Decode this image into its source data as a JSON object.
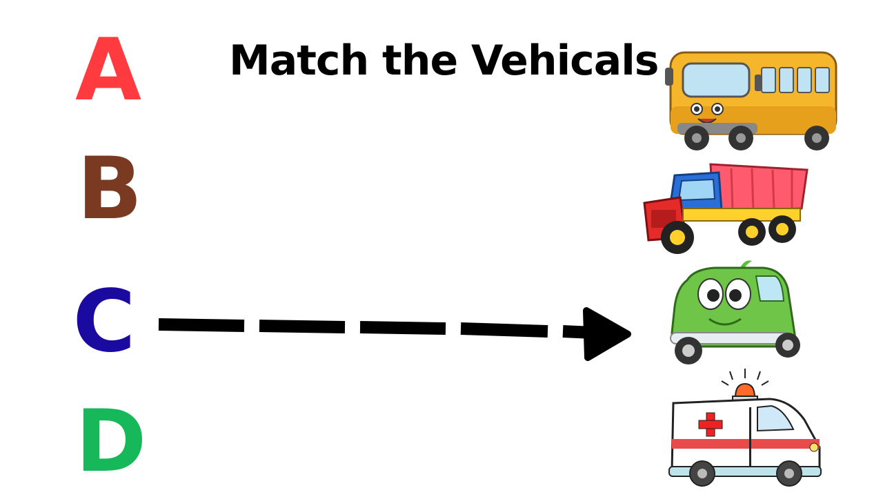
{
  "title": "Match the Vehicals",
  "letters": [
    {
      "text": "A",
      "color": "#ff3b3f"
    },
    {
      "text": "B",
      "color": "#7a3a22"
    },
    {
      "text": "C",
      "color": "#1a0aa0"
    },
    {
      "text": "D",
      "color": "#17b85a"
    }
  ],
  "vehicles": [
    "bus-icon",
    "dump-truck-icon",
    "car-icon",
    "ambulance-icon"
  ],
  "arrow": {
    "from": "C",
    "to": "car",
    "style": "dashed",
    "color": "#000000"
  }
}
